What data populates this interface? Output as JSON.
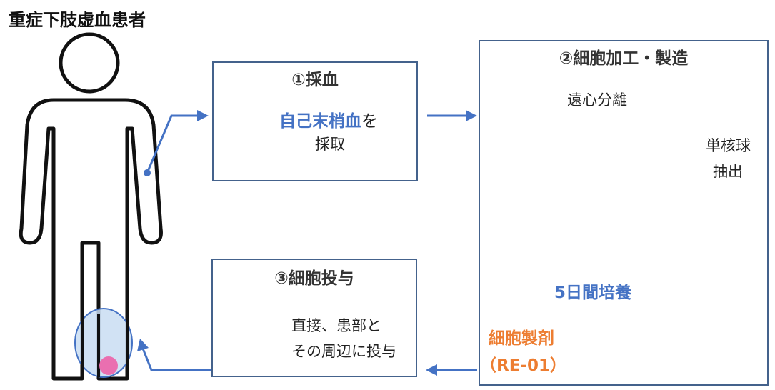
{
  "patient_title": "重症下肢虚血患者",
  "step1": {
    "title": "①採血",
    "highlight": "自己末梢血",
    "suffix": "を",
    "line2": "採取"
  },
  "step2": {
    "title": "②細胞加工・製造",
    "centrifuge": "遠心分離",
    "extract_line1": "単核球",
    "extract_line2": "抽出",
    "culture": "5日間培養",
    "product_line1": "細胞製剤",
    "product_line2": "（RE-01）"
  },
  "step3": {
    "title": "③細胞投与",
    "line1": "直接、患部と",
    "line2": "その周辺に投与"
  },
  "colors": {
    "box_border": "#44628c",
    "arrow_blue": "#4472c4",
    "accent_blue": "#4472c4",
    "accent_orange": "#ed7d31",
    "tube_fill": "#f4a7a7",
    "tube_border": "#2e5c2e",
    "pellet": "#c0652a",
    "injection_area": "#c9ddf2",
    "injection_spot": "#ea6fb0"
  }
}
